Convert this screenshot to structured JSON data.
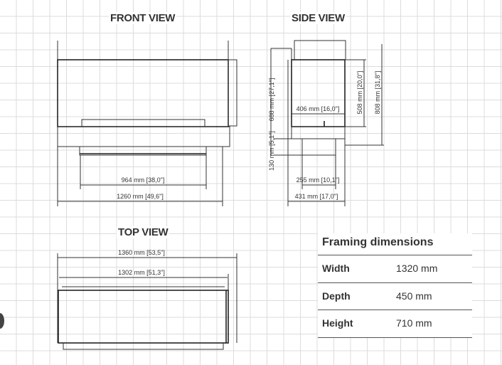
{
  "views": {
    "front": {
      "title": "FRONT VIEW",
      "dims": [
        "964 mm [38,0\"]",
        "1260 mm [49,6\"]"
      ]
    },
    "side": {
      "title": "SIDE VIEW",
      "dims": {
        "height_total": "688 mm [27,1\"]",
        "depth_inner": "406 mm [16,0\"]",
        "opening_height": "508 mm [20,0\"]",
        "overall_height": "808 mm [31,8\"]",
        "base_height": "130 mm [5,1\"]",
        "base_depth": "255 mm [10,1\"]",
        "overall_depth": "431 mm [17,0\"]"
      }
    },
    "top": {
      "title": "TOP VIEW",
      "dims": [
        "1360 mm [53,5\"]",
        "1302 mm [51,3\"]"
      ]
    }
  },
  "framing": {
    "title": "Framing dimensions",
    "rows": [
      {
        "label": "Width",
        "value": "1320 mm"
      },
      {
        "label": "Depth",
        "value": "450 mm"
      },
      {
        "label": "Height",
        "value": "710 mm"
      }
    ]
  }
}
